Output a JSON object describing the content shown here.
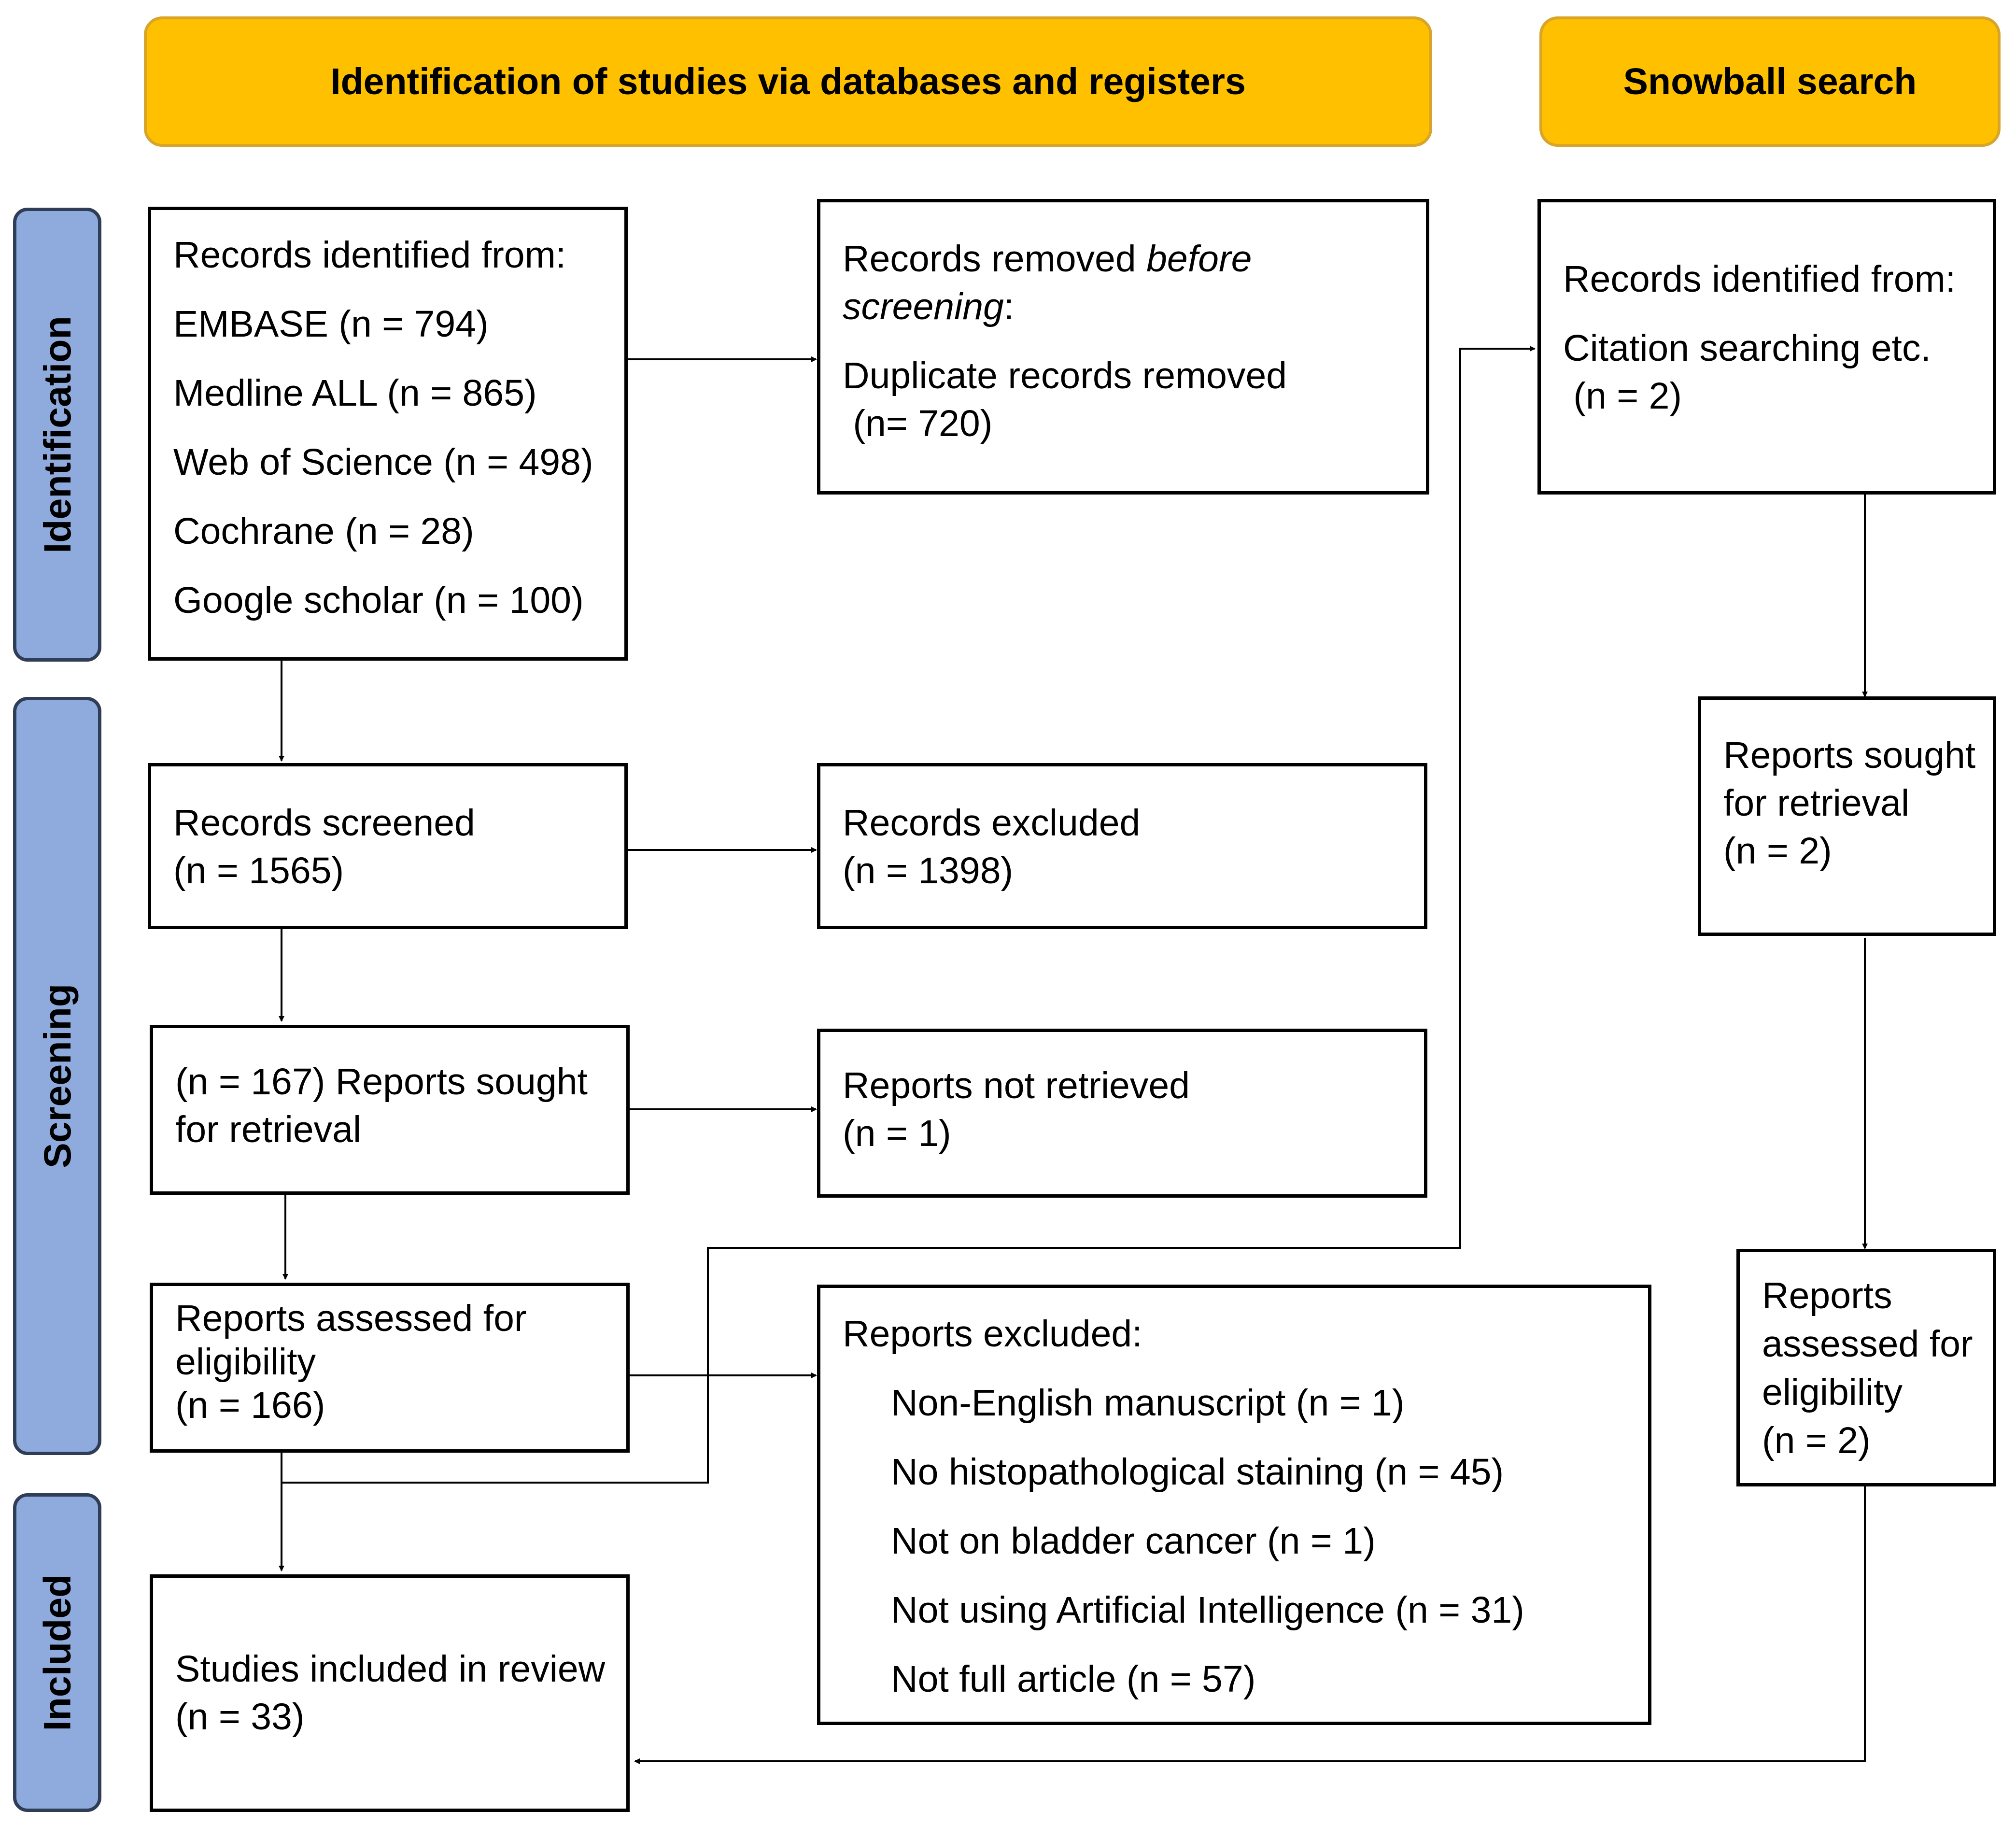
{
  "headers": {
    "databases": "Identification of studies via databases and registers",
    "snowball": "Snowball search"
  },
  "phases": {
    "identification": "Identification",
    "screening": "Screening",
    "included": "Included"
  },
  "boxes": {
    "records_identified": {
      "title": "Records identified from:",
      "sources": [
        "EMBASE (n = 794)",
        "Medline ALL (n = 865)",
        "Web of Science (n = 498)",
        "Cochrane (n = 28)",
        "Google scholar (n = 100)"
      ]
    },
    "records_removed": {
      "title_normal": "Records removed ",
      "title_italic": "before",
      "title_italic2": "screening",
      "title_suffix": ":",
      "line1": "Duplicate records removed",
      "line2": " (n= 720)"
    },
    "snowball_identified": {
      "title": "Records identified from:",
      "line1": "Citation searching etc.",
      "line2": " (n = 2)"
    },
    "records_screened": {
      "line1": "Records screened",
      "line2": "(n = 1565)"
    },
    "records_excluded": {
      "line1": "Records excluded",
      "line2": "(n = 1398)"
    },
    "snowball_sought": {
      "line1": "Reports sought",
      "line2": "for retrieval",
      "line3": "(n = 2)"
    },
    "reports_sought": {
      "line1": "(n = 167) Reports sought",
      "line2": "for retrieval"
    },
    "reports_not_retrieved": {
      "line1": "Reports not retrieved",
      "line2": "(n = 1)"
    },
    "reports_assessed": {
      "line1": "Reports assessed for",
      "line2": "eligibility",
      "line3": "(n = 166)"
    },
    "reports_excluded": {
      "title": "Reports excluded:",
      "reasons": [
        "Non-English manuscript (n = 1)",
        "No histopathological staining (n = 45)",
        "Not on bladder cancer (n = 1)",
        "Not using Artificial Intelligence (n = 31)",
        "Not full article (n = 57)"
      ]
    },
    "snowball_assessed": {
      "line1": "Reports",
      "line2": "assessed for",
      "line3": "eligibility",
      "line4": "(n = 2)"
    },
    "studies_included": {
      "line1": "Studies included in review",
      "line2": "(n = 33)"
    }
  },
  "colors": {
    "header_fill": "#FFC000",
    "header_border": "#D8A52A",
    "phase_fill": "#8FAADC",
    "phase_border": "#2F3E56",
    "box_border": "#000000"
  }
}
